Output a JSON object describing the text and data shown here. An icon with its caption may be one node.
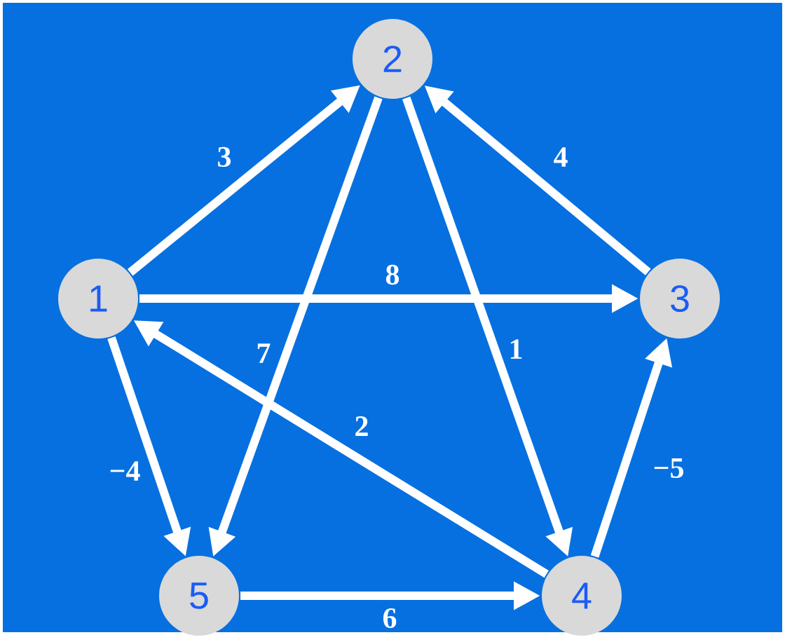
{
  "diagram": {
    "nodes": [
      {
        "text": [
          "1"
        ]
      },
      {
        "text": [
          "2"
        ]
      },
      {
        "text": [
          "3"
        ]
      },
      {
        "text": [
          "4"
        ]
      },
      {
        "text": [
          "5"
        ]
      }
    ],
    "edges": [
      {
        "from": 0,
        "to": 1,
        "arrow": "to",
        "label": "3"
      },
      {
        "from": 0,
        "to": 2,
        "arrow": "to",
        "label": "8"
      },
      {
        "from": 1,
        "to": 4,
        "arrow": "to",
        "label": "7"
      },
      {
        "from": 1,
        "to": 3,
        "arrow": "to",
        "label": "1"
      },
      {
        "from": 2,
        "to": 1,
        "arrow": "to",
        "label": "4"
      },
      {
        "from": 3,
        "to": 0,
        "arrow": "to",
        "label": "2"
      },
      {
        "from": 0,
        "to": 4,
        "arrow": "to",
        "label": "−4"
      },
      {
        "from": 3,
        "to": 2,
        "arrow": "to",
        "label": "−5"
      },
      {
        "from": 4,
        "to": 3,
        "arrow": "to",
        "label": "6"
      }
    ]
  }
}
